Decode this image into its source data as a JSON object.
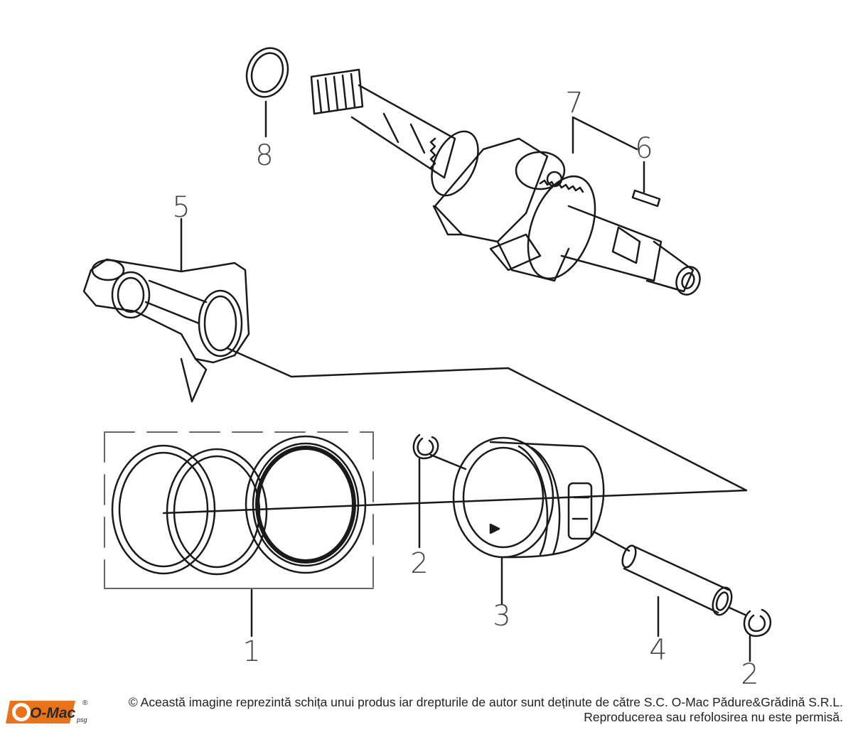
{
  "callouts": {
    "c1": "1",
    "c2a": "2",
    "c2b": "2",
    "c3": "3",
    "c4": "4",
    "c5": "5",
    "c6": "6",
    "c7": "7",
    "c8": "8"
  },
  "footer": {
    "logo_text": "O-Mac",
    "logo_sub": "psg",
    "logo_reg": "®",
    "copyright_line1": "© Această imagine reprezintă schița unui produs iar drepturile de autor sunt deținute de către S.C. O-Mac Pădure&Grădină S.R.L.",
    "copyright_line2": "Reproducerea sau refolosirea nu este permisă."
  },
  "colors": {
    "line": "#1a1a1a",
    "callout": "#444444",
    "logo_orange": "#e8731a",
    "logo_dark": "#2a2a2a"
  }
}
